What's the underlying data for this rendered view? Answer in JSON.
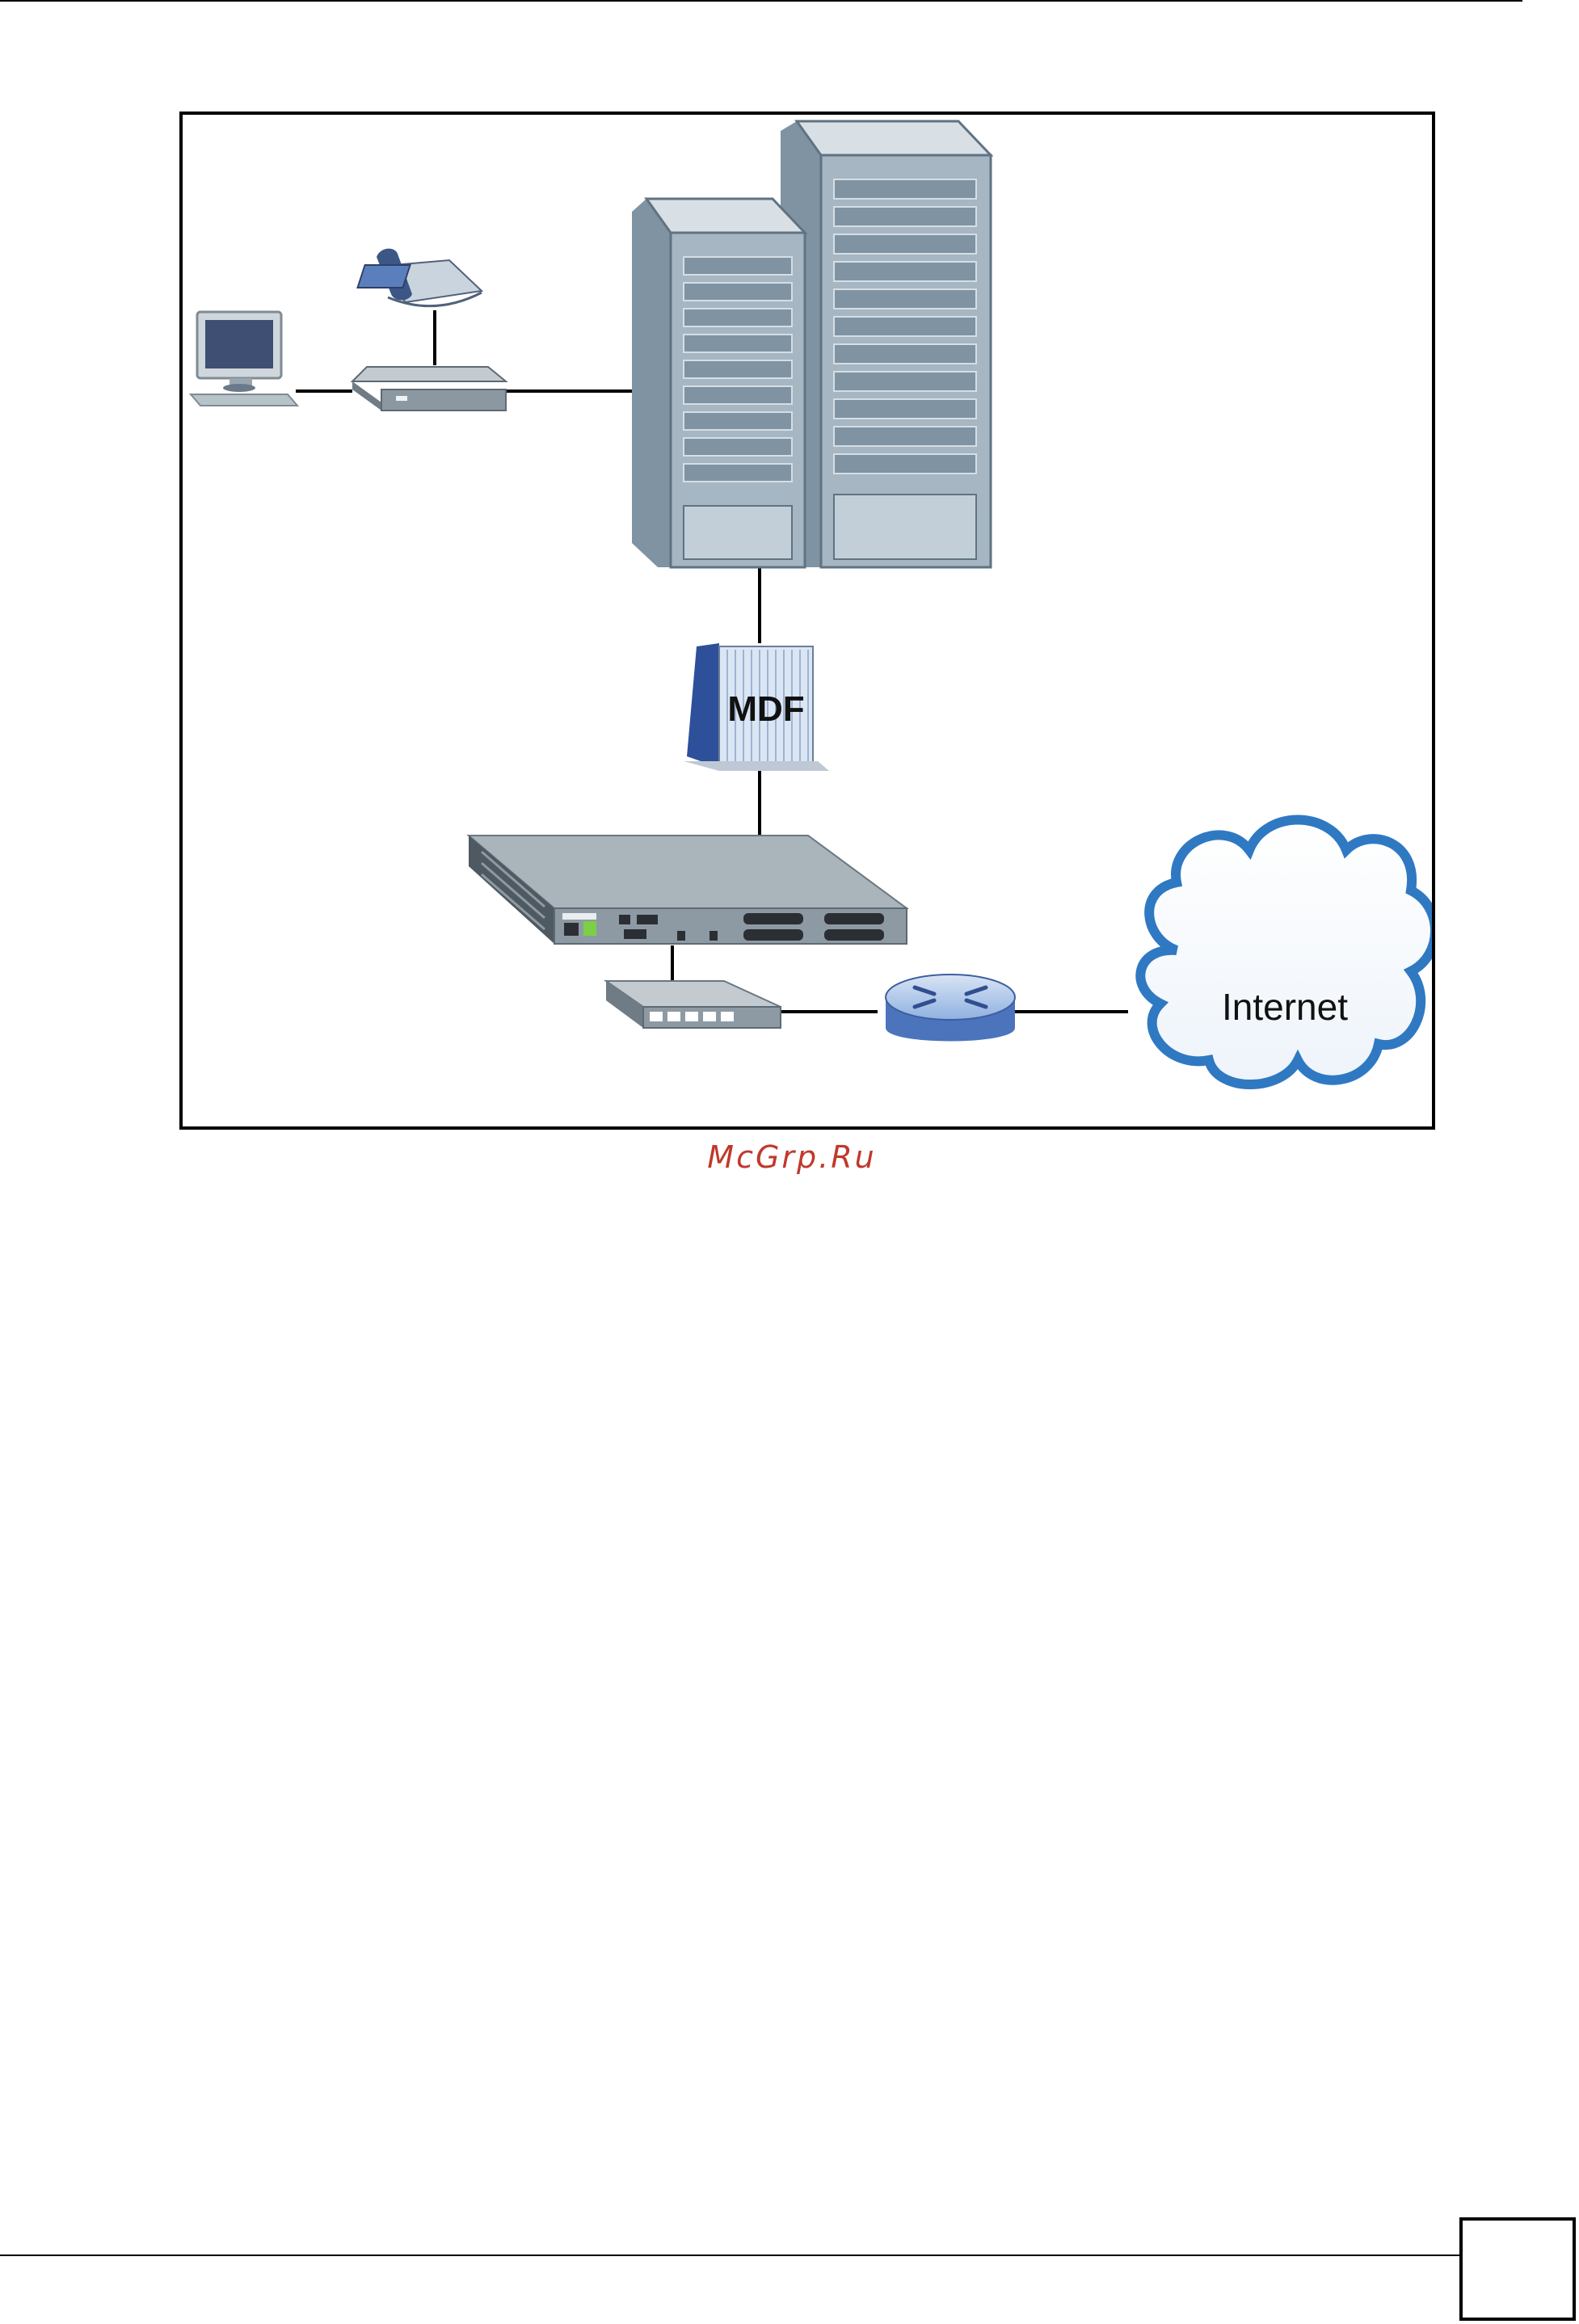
{
  "diagram": {
    "labels": {
      "mdf": "MDF",
      "internet": "Internet"
    },
    "nodes": [
      "computer-icon",
      "phone-icon",
      "modem-icon",
      "server-rack-icon",
      "mdf-frame-icon",
      "dslam-chassis-icon",
      "ethernet-switch-icon",
      "router-icon",
      "internet-cloud-icon"
    ]
  },
  "watermark": {
    "text": "McGrp.Ru"
  },
  "colors": {
    "server_body": "#9aabb8",
    "server_dark": "#6f8493",
    "device_gray": "#a9b4bb",
    "cloud_edge": "#2f79c2",
    "router_blue": "#5b83c9",
    "watermark": "#c0392b"
  }
}
